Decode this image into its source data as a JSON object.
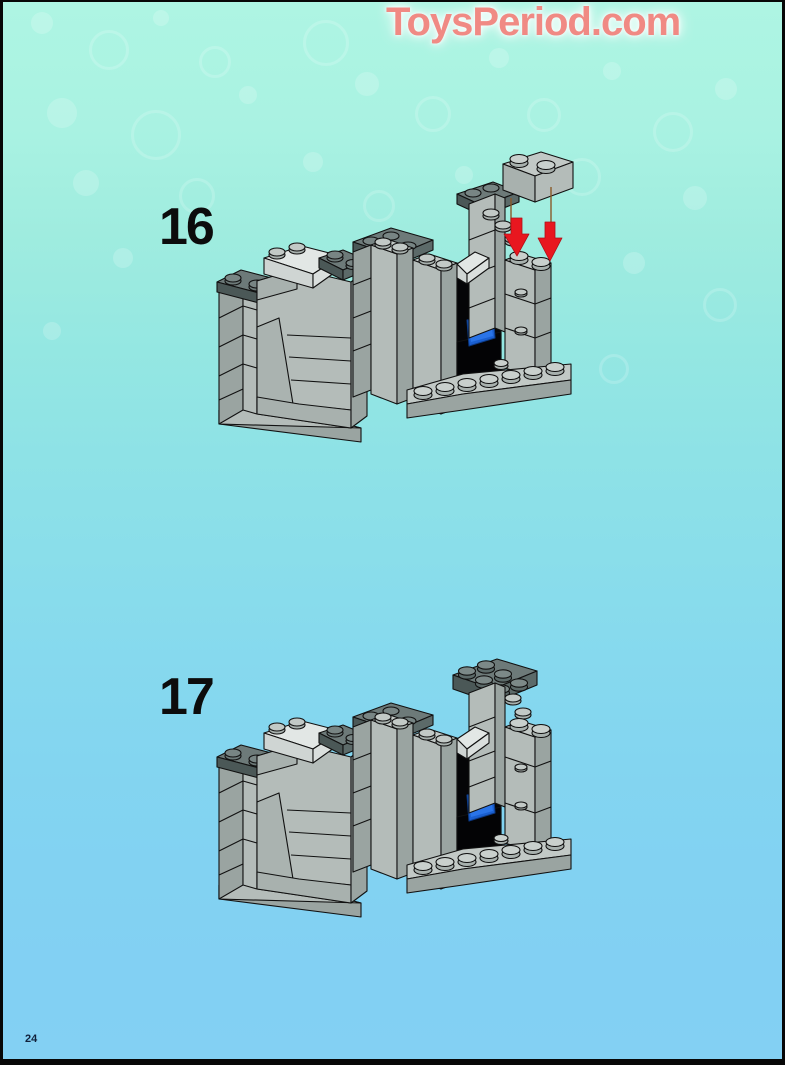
{
  "page": {
    "number": "24",
    "watermark": "ToysPeriod.com",
    "background_top_color": "#aef5e3",
    "background_bottom_color": "#83d0f3",
    "watermark_color": "#f08a84"
  },
  "document": {
    "type": "lego-building-instructions",
    "steps": [
      {
        "number": "16",
        "label": "Step 16",
        "description": "Attach a light-gray 1x2 brick onto the two studs at the top of the right-hand tower",
        "new_part": {
          "name": "brick-1x2",
          "color_name": "light-gray",
          "color": "#b9c0be",
          "quantity": "1"
        },
        "arrows": {
          "count": "2",
          "color": "#e8171f",
          "direction": "down"
        }
      },
      {
        "number": "17",
        "label": "Step 17",
        "description": "Completed assembly after adding a dark-gray 2x4 plate on top of the right tower",
        "new_part": {
          "name": "plate-2x4",
          "color_name": "dark-gray",
          "color": "#586565",
          "quantity": "1"
        },
        "arrows": {
          "count": "0",
          "color": "#e8171f",
          "direction": "none"
        }
      }
    ],
    "palette": {
      "light_gray_top": "#c2c9c6",
      "light_gray_front": "#b4bcb9",
      "light_gray_side": "#9aa4a1",
      "dark_gray_top": "#6d7a79",
      "dark_gray_front": "#5c6a69",
      "dark_gray_side": "#4b5857",
      "white_slope": "#e2e7e5",
      "cave_black": "#050507",
      "water_blue": "#1a5fd0",
      "outline": "#111111",
      "arrow_red": "#e8171f"
    }
  }
}
